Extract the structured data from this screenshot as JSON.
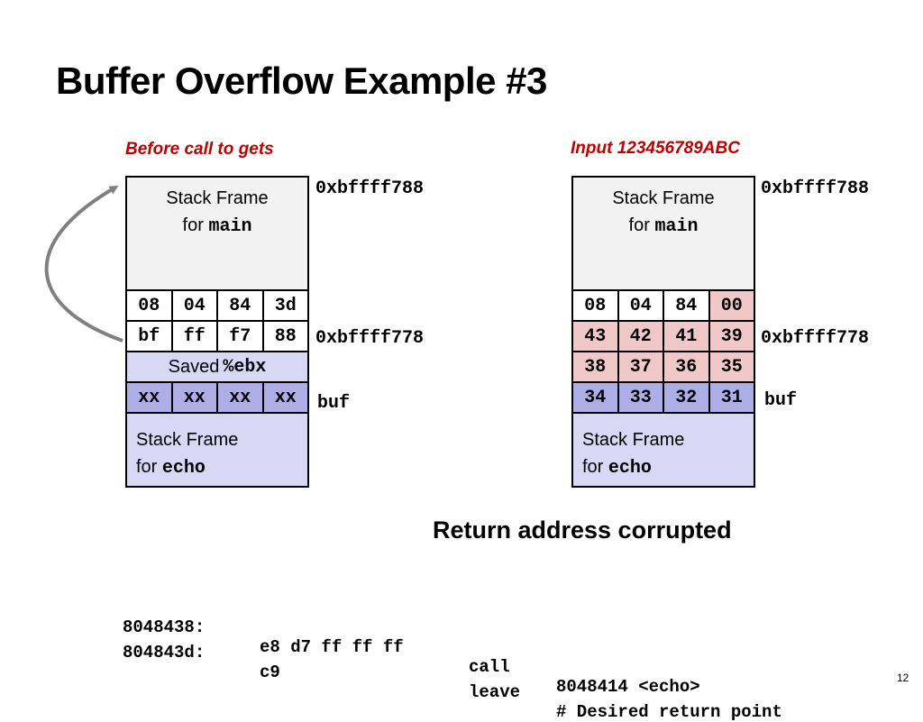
{
  "title": "Buffer Overflow Example #3",
  "left": {
    "caption": "Before call to gets",
    "frame_main": {
      "line1": "Stack Frame",
      "for": "for",
      "fn": "main"
    },
    "ret_row": [
      "08",
      "04",
      "84",
      "3d"
    ],
    "ebp_row": [
      "bf",
      "ff",
      "f7",
      "88"
    ],
    "saved": {
      "label": "Saved",
      "reg": "%ebx"
    },
    "buf_row": [
      "xx",
      "xx",
      "xx",
      "xx"
    ],
    "frame_echo": {
      "line1": "Stack Frame",
      "for": "for",
      "fn": "echo"
    },
    "addr_top": "0xbffff788",
    "addr_mid": "0xbffff778",
    "buf_label": "buf"
  },
  "right": {
    "caption": "Input 123456789ABC",
    "frame_main": {
      "line1": "Stack Frame",
      "for": "for",
      "fn": "main"
    },
    "ret_row": [
      "08",
      "04",
      "84",
      "00"
    ],
    "ebp_row": [
      "43",
      "42",
      "41",
      "39"
    ],
    "saved_row": [
      "38",
      "37",
      "36",
      "35"
    ],
    "buf_row": [
      "34",
      "33",
      "32",
      "31"
    ],
    "frame_echo": {
      "line1": "Stack Frame",
      "for": "for",
      "fn": "echo"
    },
    "addr_top": "0xbffff788",
    "addr_mid": "0xbffff778",
    "buf_label": "buf"
  },
  "status": "Return address corrupted",
  "code": [
    {
      "addr": "8048438:",
      "bytes": "e8 d7 ff ff ff",
      "op": "call",
      "arg": "8048414 <echo>"
    },
    {
      "addr": "804843d:",
      "bytes": "c9",
      "op": "leave",
      "arg": "# Desired return point"
    }
  ],
  "page_number": "12",
  "colors": {
    "caption": "#c00000",
    "frame_main": "#f2f2f2",
    "frame_echo": "#d8d8f4",
    "buf": "#aeaee6",
    "overwritten": "#f0c8c8",
    "arrow": "#808080"
  }
}
